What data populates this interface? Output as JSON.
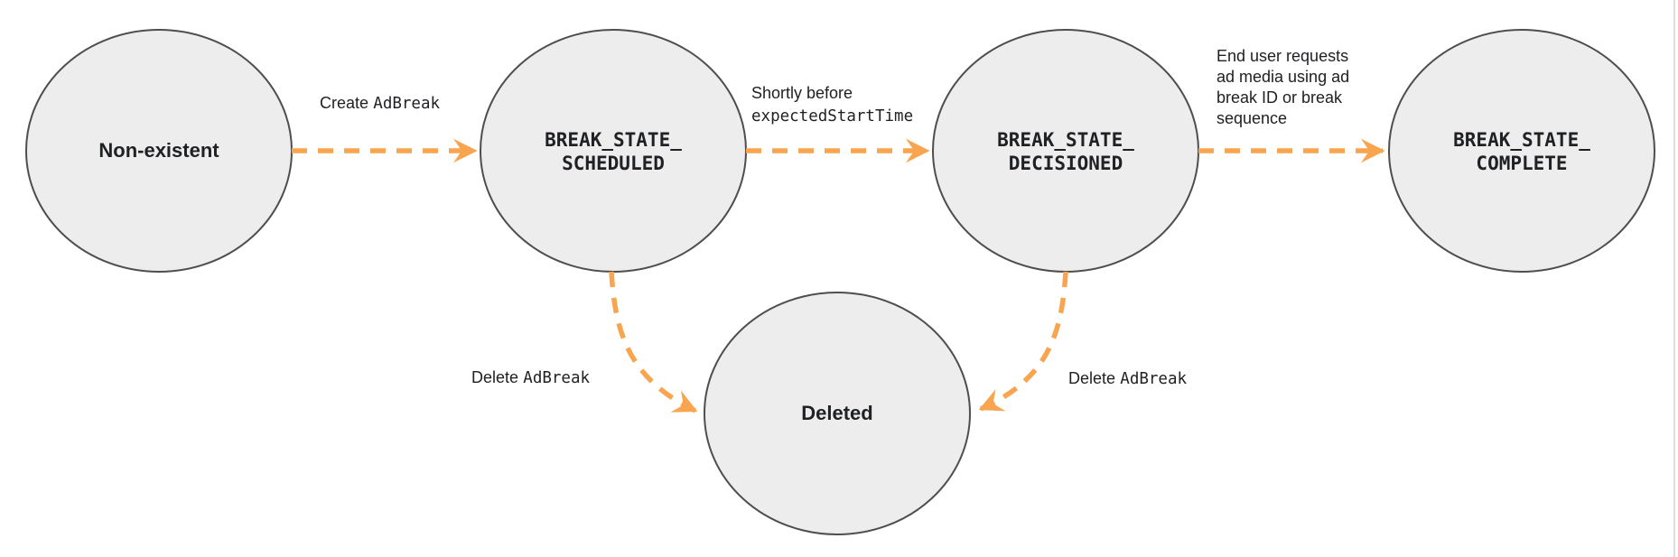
{
  "diagram": {
    "states": [
      {
        "id": "non-existent",
        "label": "Non-existent"
      },
      {
        "id": "break-state-scheduled",
        "line1": "BREAK_STATE_",
        "line2": "SCHEDULED"
      },
      {
        "id": "break-state-decisioned",
        "line1": "BREAK_STATE_",
        "line2": "DECISIONED"
      },
      {
        "id": "break-state-complete",
        "line1": "BREAK_STATE_",
        "line2": "COMPLETE"
      },
      {
        "id": "deleted",
        "label": "Deleted"
      }
    ],
    "transitions": [
      {
        "from": "non-existent",
        "to": "break-state-scheduled",
        "text_sans": "Create",
        "text_mono": "AdBreak"
      },
      {
        "from": "break-state-scheduled",
        "to": "break-state-decisioned",
        "line1_sans": "Shortly before",
        "line2_mono": "expectedStartTime"
      },
      {
        "from": "break-state-decisioned",
        "to": "break-state-complete",
        "lines": [
          "End user requests",
          "ad media using ad",
          "break ID or break",
          "sequence"
        ]
      },
      {
        "from": "break-state-scheduled",
        "to": "deleted",
        "text_sans": "Delete",
        "text_mono": "AdBreak"
      },
      {
        "from": "break-state-decisioned",
        "to": "deleted",
        "text_sans": "Delete",
        "text_mono": "AdBreak"
      }
    ],
    "colors": {
      "arrow": "#F9A44E",
      "state_fill": "#EDEDED",
      "state_border": "#4E4E4E",
      "text": "#202124"
    }
  }
}
